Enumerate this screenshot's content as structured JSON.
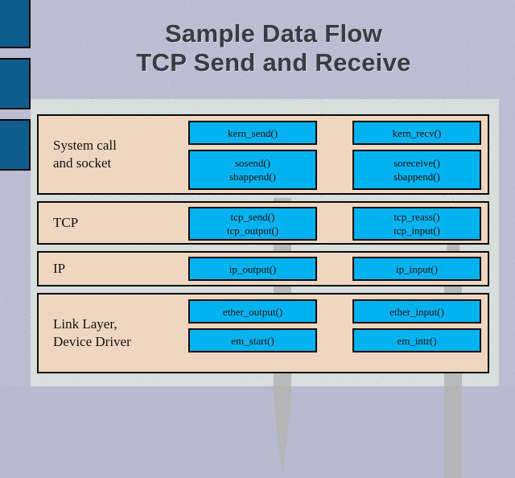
{
  "slide": {
    "title_line1": "Sample Data Flow",
    "title_line2": "TCP Send and Receive",
    "background_color": "#bcbcd2",
    "panel_color": "#d8dedb",
    "accent_blue": "#0f5d8c",
    "box_blue": "#00b2f0",
    "box_beige": "#eed6c0",
    "arrow_gray": "#b3b3b3"
  },
  "sidebar": {
    "bars": [
      {
        "name": "decor-bar-top"
      },
      {
        "name": "decor-bar-middle"
      },
      {
        "name": "decor-bar-bottom"
      }
    ]
  },
  "arrows": {
    "send_direction": "down",
    "recv_direction": "up"
  },
  "diagram": {
    "layers": [
      {
        "label_lines": [
          "System call",
          "and socket"
        ],
        "send": [
          {
            "label": "kern_send()"
          },
          {
            "label_lines": [
              "sosend()",
              "sbappend()"
            ]
          }
        ],
        "recv": [
          {
            "label": "kern_recv()"
          },
          {
            "label_lines": [
              "soreceive()",
              "sbappend()"
            ]
          }
        ]
      },
      {
        "label_lines": [
          "TCP"
        ],
        "send": [
          {
            "label_lines": [
              "tcp_send()",
              "tcp_output()"
            ]
          }
        ],
        "recv": [
          {
            "label_lines": [
              "tcp_reass()",
              "tcp_input()"
            ]
          }
        ]
      },
      {
        "label_lines": [
          "IP"
        ],
        "send": [
          {
            "label": "ip_output()"
          }
        ],
        "recv": [
          {
            "label": "ip_input()"
          }
        ]
      },
      {
        "label_lines": [
          "Link Layer,",
          "Device Driver"
        ],
        "send": [
          {
            "label": "ether_output()"
          },
          {
            "label": "em_start()"
          }
        ],
        "recv": [
          {
            "label": "ether_input()"
          },
          {
            "label": "em_intr()"
          }
        ]
      }
    ]
  }
}
